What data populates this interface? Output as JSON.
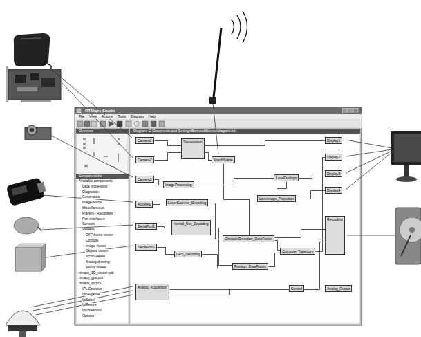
{
  "diagram": {
    "nodes": [
      {
        "text": [
          "Camera1"
        ]
      },
      {
        "text": [
          "Camera2"
        ]
      },
      {
        "text": [
          "Camera3"
        ]
      },
      {
        "text": [
          "Stereovision"
        ]
      },
      {
        "text": [
          "MatchStable"
        ]
      },
      {
        "text": [
          "ImageProcessing"
        ]
      },
      {
        "text": [
          "LaserScanner_Decoding"
        ]
      },
      {
        "text": [
          "Accelero"
        ]
      },
      {
        "text": [
          "SerialPort1"
        ]
      },
      {
        "text": [
          "SerialPort2"
        ]
      },
      {
        "text": [
          "Inertial_Nav_Decoding"
        ]
      },
      {
        "text": [
          "GPS_Decoding"
        ]
      },
      {
        "text": [
          "Analog_Acquisition"
        ]
      },
      {
        "text": [
          "ObstacleDetection_DataFusion"
        ]
      },
      {
        "text": [
          "Position_DataFusion"
        ]
      },
      {
        "text": [
          "Compute_Trajectory"
        ]
      },
      {
        "text": [
          "LaneImage_Projection"
        ]
      },
      {
        "text": [
          "LaneFindings"
        ]
      },
      {
        "text": [
          "Display1"
        ]
      },
      {
        "text": [
          "Display2"
        ]
      },
      {
        "text": [
          "Display3"
        ]
      },
      {
        "text": [
          "Display4"
        ]
      },
      {
        "text": [
          "Recording"
        ]
      },
      {
        "text": [
          "Control"
        ]
      },
      {
        "text": [
          "Analog_Output"
        ]
      }
    ],
    "edges": [
      {
        "from": 0,
        "to": 3,
        "arrow": "none"
      },
      {
        "from": 1,
        "to": 3,
        "arrow": "none"
      },
      {
        "from": 2,
        "to": 5,
        "arrow": "none"
      },
      {
        "from": 3,
        "to": 4,
        "arrow": "none"
      },
      {
        "from": 3,
        "to": 18,
        "arrow": "none"
      },
      {
        "from": 4,
        "to": 13,
        "arrow": "none"
      },
      {
        "from": 5,
        "to": 17,
        "arrow": "none"
      },
      {
        "from": 17,
        "to": 16,
        "arrow": "none"
      },
      {
        "from": 16,
        "to": 21,
        "arrow": "none"
      },
      {
        "from": 17,
        "to": 20,
        "arrow": "none"
      },
      {
        "from": 7,
        "to": 6,
        "arrow": "none"
      },
      {
        "from": 6,
        "to": 13,
        "arrow": "none"
      },
      {
        "from": 8,
        "to": 10,
        "arrow": "none"
      },
      {
        "from": 9,
        "to": 11,
        "arrow": "none"
      },
      {
        "from": 10,
        "to": 14,
        "arrow": "none"
      },
      {
        "from": 11,
        "to": 14,
        "arrow": "none"
      },
      {
        "from": 13,
        "to": 15,
        "arrow": "none"
      },
      {
        "from": 14,
        "to": 15,
        "arrow": "none"
      },
      {
        "from": 15,
        "to": 19,
        "arrow": "none"
      },
      {
        "from": 12,
        "to": 23,
        "arrow": "none"
      },
      {
        "from": 13,
        "to": 22,
        "arrow": "none"
      },
      {
        "from": 12,
        "to": 22,
        "arrow": "none"
      },
      {
        "from": 23,
        "to": 24,
        "arrow": "none"
      }
    ],
    "labels": [
      "RTMaps Studio",
      "File",
      "View",
      "Actions",
      "Tools",
      "Diagram",
      "Help",
      "Diagram: C:\\Documents and Settings\\Bertrand\\Bureau\\diagram.rtd",
      "Overview",
      "Component list",
      "Available components",
      "Data processing",
      "Diagnostic",
      "Generators",
      "Image/Miscs",
      "Miscellaneous",
      "Players - Recorders",
      "Port interfaces",
      "Sensors",
      "Viewers",
      "DXF frame viewer",
      "Console",
      "Image viewer",
      "Objects viewer",
      "Scroll viewer",
      "Analog drawing",
      "Vector viewer",
      "rtmaps_3D_viewer.pck",
      "rtmaps_gps.pck",
      "rtmaps_ipl.pck",
      "IPL Operator",
      "IplNegative",
      "IplSobel",
      "IplResize",
      "IplThreshold",
      "Options"
    ]
  }
}
